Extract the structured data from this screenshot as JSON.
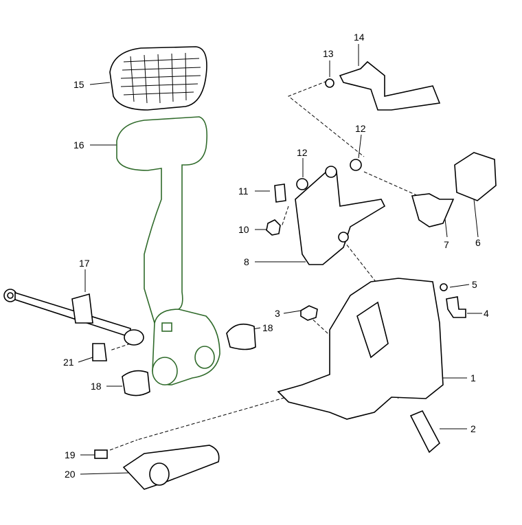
{
  "diagram": {
    "title": "Brake pedal assembly exploded view",
    "callouts": [
      {
        "id": "c1",
        "text": "1"
      },
      {
        "id": "c2",
        "text": "2"
      },
      {
        "id": "c3",
        "text": "3"
      },
      {
        "id": "c4",
        "text": "4"
      },
      {
        "id": "c5",
        "text": "5"
      },
      {
        "id": "c6",
        "text": "6"
      },
      {
        "id": "c7",
        "text": "7"
      },
      {
        "id": "c8",
        "text": "8"
      },
      {
        "id": "c10",
        "text": "10"
      },
      {
        "id": "c11",
        "text": "11"
      },
      {
        "id": "c12a",
        "text": "12"
      },
      {
        "id": "c12b",
        "text": "12"
      },
      {
        "id": "c13",
        "text": "13"
      },
      {
        "id": "c14",
        "text": "14"
      },
      {
        "id": "c15",
        "text": "15"
      },
      {
        "id": "c16",
        "text": "16"
      },
      {
        "id": "c17",
        "text": "17"
      },
      {
        "id": "c18a",
        "text": "18"
      },
      {
        "id": "c18b",
        "text": "18"
      },
      {
        "id": "c19",
        "text": "19"
      },
      {
        "id": "c20",
        "text": "20"
      },
      {
        "id": "c21",
        "text": "21"
      }
    ],
    "colors": {
      "line": "#000000",
      "pedal": "#2f6a2a"
    }
  }
}
